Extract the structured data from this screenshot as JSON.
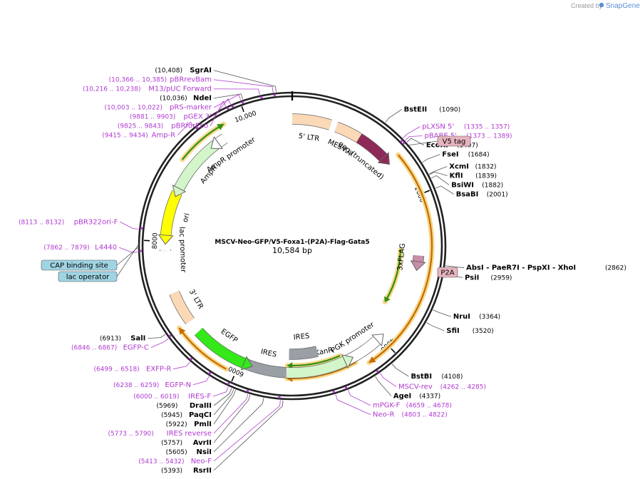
{
  "header": {
    "credit_text": "Created by",
    "credit_brand": "SnapGene"
  },
  "plasmid": {
    "name": "MSCV-Neo-GFP/V5-Foxa1-(P2A)-Flag-Gata5",
    "size_text": "10,584 bp",
    "length": 10584
  },
  "ticks": [
    {
      "pos": 2000,
      "label": "2000"
    },
    {
      "pos": 4000,
      "label": "4000"
    },
    {
      "pos": 6000,
      "label": "6000"
    },
    {
      "pos": 8000,
      "label": "8000"
    },
    {
      "pos": 10000,
      "label": "10,000"
    }
  ],
  "sites": [
    {
      "name": "SgrAI",
      "pos": 10408,
      "pos_text": "(10,408)"
    },
    {
      "name": "BstEII",
      "pos": 1090,
      "pos_text": "(1090)"
    },
    {
      "name": "EcoRI",
      "pos": 1407,
      "pos_text": "(1407)"
    },
    {
      "name": "FseI",
      "pos": 1684,
      "pos_text": "(1684)"
    },
    {
      "name": "XcmI",
      "pos": 1832,
      "pos_text": "(1832)"
    },
    {
      "name": "KflI",
      "pos": 1839,
      "pos_text": "(1839)"
    },
    {
      "name": "BsiWI",
      "pos": 1882,
      "pos_text": "(1882)"
    },
    {
      "name": "BsaBI",
      "pos": 2001,
      "pos_text": "(2001)"
    },
    {
      "name": "AbsI - PaeR7I - PspXI - XhoI",
      "pos": 2862,
      "pos_text": "(2862)"
    },
    {
      "name": "PsiI",
      "pos": 2959,
      "pos_text": "(2959)"
    },
    {
      "name": "NruI",
      "pos": 3364,
      "pos_text": "(3364)"
    },
    {
      "name": "SfiI",
      "pos": 3520,
      "pos_text": "(3520)"
    },
    {
      "name": "BstBI",
      "pos": 4108,
      "pos_text": "(4108)"
    },
    {
      "name": "AgeI",
      "pos": 4337,
      "pos_text": "(4337)"
    },
    {
      "name": "RsrII",
      "pos": 5393,
      "pos_text": "(5393)"
    },
    {
      "name": "NsiI",
      "pos": 5605,
      "pos_text": "(5605)"
    },
    {
      "name": "AvrII",
      "pos": 5757,
      "pos_text": "(5757)"
    },
    {
      "name": "PmlI",
      "pos": 5922,
      "pos_text": "(5922)"
    },
    {
      "name": "PaqCI",
      "pos": 5945,
      "pos_text": "(5945)"
    },
    {
      "name": "DraIII",
      "pos": 5969,
      "pos_text": "(5969)"
    },
    {
      "name": "SalI",
      "pos": 6913,
      "pos_text": "(6913)"
    },
    {
      "name": "NdeI",
      "pos": 10036,
      "pos_text": "(10,036)"
    }
  ],
  "primers": [
    {
      "name": "pBRrevBam",
      "range_text": "(10,366 .. 10,385)",
      "pos": 10375
    },
    {
      "name": "M13/pUC Forward",
      "range_text": "(10,216 .. 10,238)",
      "pos": 10227
    },
    {
      "name": "pRS-marker",
      "range_text": "(10,003 .. 10,022)",
      "pos": 10012
    },
    {
      "name": "pGEX 3'",
      "range_text": "(9881 .. 9903)",
      "pos": 9892
    },
    {
      "name": "pBRforEco",
      "range_text": "(9825 .. 9843)",
      "pos": 9834
    },
    {
      "name": "Amp-R",
      "range_text": "(9415 .. 9434)",
      "pos": 9425
    },
    {
      "name": "pLXSN 5'",
      "range_text": "(1335 .. 1357)",
      "pos": 1346
    },
    {
      "name": "pBABE 5'",
      "range_text": "(1373 .. 1389)",
      "pos": 1381
    },
    {
      "name": "MSCV-rev",
      "range_text": "(4262 .. 4285)",
      "pos": 4273
    },
    {
      "name": "mPGK-F",
      "range_text": "(4659 .. 4678)",
      "pos": 4668
    },
    {
      "name": "Neo-R",
      "range_text": "(4803 .. 4822)",
      "pos": 4812
    },
    {
      "name": "Neo-F",
      "range_text": "(5413 .. 5432)",
      "pos": 5422
    },
    {
      "name": "IRES reverse",
      "range_text": "(5773 .. 5790)",
      "pos": 5781
    },
    {
      "name": "IRES-F",
      "range_text": "(6000 .. 6019)",
      "pos": 6009
    },
    {
      "name": "EGFP-N",
      "range_text": "(6238 .. 6259)",
      "pos": 6248
    },
    {
      "name": "EXFP-R",
      "range_text": "(6499 .. 6518)",
      "pos": 6508
    },
    {
      "name": "EGFP-C",
      "range_text": "(6846 .. 6867)",
      "pos": 6856
    },
    {
      "name": "L4440",
      "range_text": "(7862 .. 7879)",
      "pos": 7870
    },
    {
      "name": "pBR322ori-F",
      "range_text": "(8113 .. 8132)",
      "pos": 8122
    }
  ],
  "boxed_features": [
    {
      "name": "V5 tag",
      "color": "#e8b4c0",
      "pos": 1440
    },
    {
      "name": "P2A",
      "color": "#e8b4c0",
      "pos": 2900
    },
    {
      "name": "CAP binding site",
      "color": "#9fd4e3",
      "pos": 7930
    },
    {
      "name": "lac operator",
      "color": "#9fd4e3",
      "pos": 7960
    }
  ],
  "features": [
    {
      "name": "5' LTR",
      "start": 10584,
      "end": 515,
      "ring": 0,
      "color": "#fbd9b6",
      "arrow": false
    },
    {
      "name": "MESV ψ",
      "start": 600,
      "end": 930,
      "ring": 0,
      "color": "#fbd9b6",
      "arrow": false
    },
    {
      "name": "gag (truncated)",
      "start": 935,
      "end": 1350,
      "ring": 0,
      "color": "#8e2a57",
      "arrow": true
    },
    {
      "name": "3xFLAG",
      "start": 2775,
      "end": 2855,
      "ring": 0,
      "color": "#c88ea8",
      "arrow": true
    },
    {
      "name": "PGK promoter",
      "start": 4560,
      "end": 4060,
      "ring": 0,
      "color": "#ffffff",
      "arrow": true
    },
    {
      "name": "NeoR/KanR",
      "start": 5360,
      "end": 4570,
      "ring": 0,
      "color": "#d3f5c9",
      "arrow": true
    },
    {
      "name": "IRES",
      "start": 5940,
      "end": 5370,
      "ring": 0,
      "color": "#9a9fa6",
      "arrow": false
    },
    {
      "name": "EGFP",
      "start": 6690,
      "end": 5950,
      "ring": 0,
      "color": "#34e81a",
      "arrow": true
    },
    {
      "name": "IRES",
      "start": 4900,
      "end": 5340,
      "ring": 2,
      "color": "#9a9fa6",
      "arrow": false
    },
    {
      "name": "3' LTR",
      "start": 7300,
      "end": 6870,
      "ring": 0,
      "color": "#fbd9b6",
      "arrow": false
    },
    {
      "name": "lac promoter",
      "start": 7890,
      "end": 7870,
      "ring": 0,
      "color": "#ffffff",
      "arrow": false
    },
    {
      "name": "ori",
      "start": 8670,
      "end": 8080,
      "ring": 0,
      "color": "#ffff00",
      "arrow": true
    },
    {
      "name": "AmpR",
      "start": 9530,
      "end": 8730,
      "ring": 0,
      "color": "#d3f5c9",
      "arrow": true
    },
    {
      "name": "AmpR promoter",
      "start": 9640,
      "end": 9535,
      "ring": 0,
      "color": "#ffffff",
      "arrow": true
    }
  ],
  "orfs": [
    {
      "start": 1450,
      "end": 4310,
      "ring": 1,
      "color": "#c66a00"
    },
    {
      "start": 4600,
      "end": 5360,
      "ring": 3,
      "color": "#2f8f14"
    },
    {
      "start": 4450,
      "end": 5360,
      "ring": 4,
      "color": "#c66a00"
    },
    {
      "start": 2700,
      "end": 3560,
      "ring": 2,
      "color": "#2f8f14"
    },
    {
      "start": 6120,
      "end": 6880,
      "ring": 1,
      "color": "#c66a00"
    },
    {
      "start": 9060,
      "end": 9720,
      "ring": 1,
      "color": "#2f8f14"
    }
  ]
}
